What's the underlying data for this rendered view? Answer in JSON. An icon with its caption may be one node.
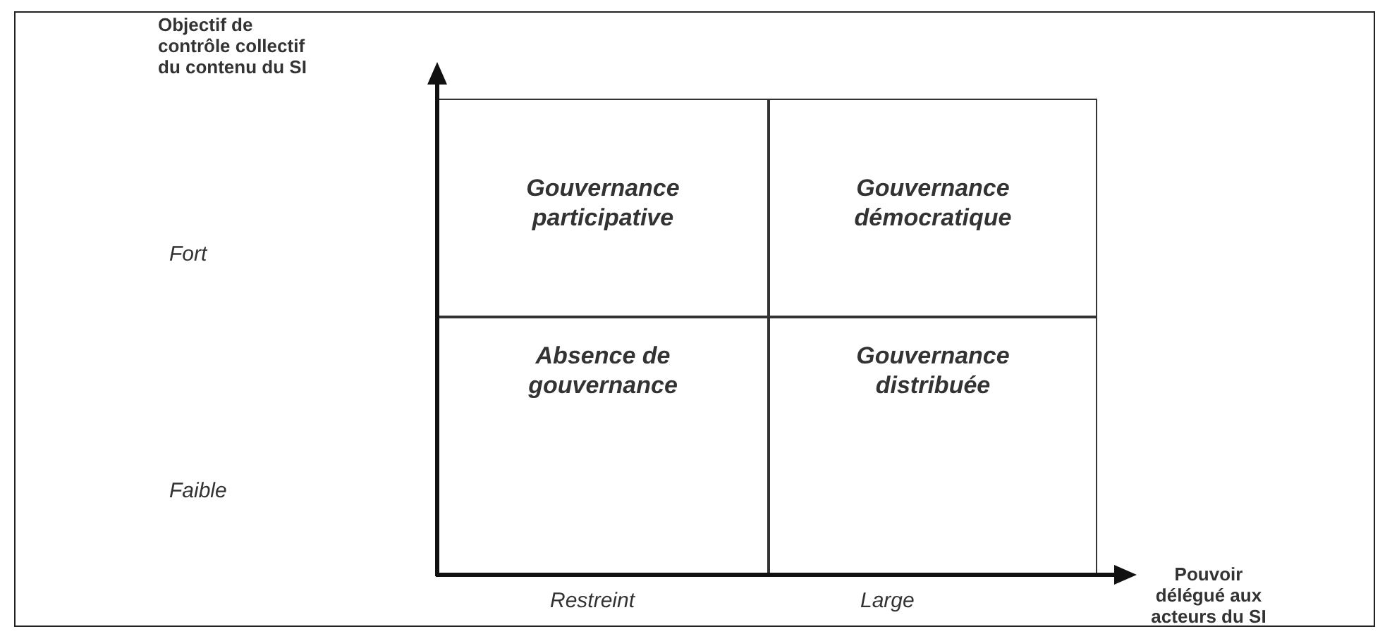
{
  "diagram": {
    "nodes": [
      {
        "text": [
          "Gouvernance participative"
        ]
      },
      {
        "text": [
          "Gouvernance démocratique"
        ]
      },
      {
        "text": [
          "Absence de gouvernance"
        ]
      },
      {
        "text": [
          "Gouvernance distribuée"
        ]
      }
    ],
    "labels": [
      "Objectif de contrôle collectif du contenu du SI",
      "Fort",
      "Faible",
      "Restreint",
      "Large",
      "Pouvoir délégué aux acteurs du SI"
    ]
  }
}
